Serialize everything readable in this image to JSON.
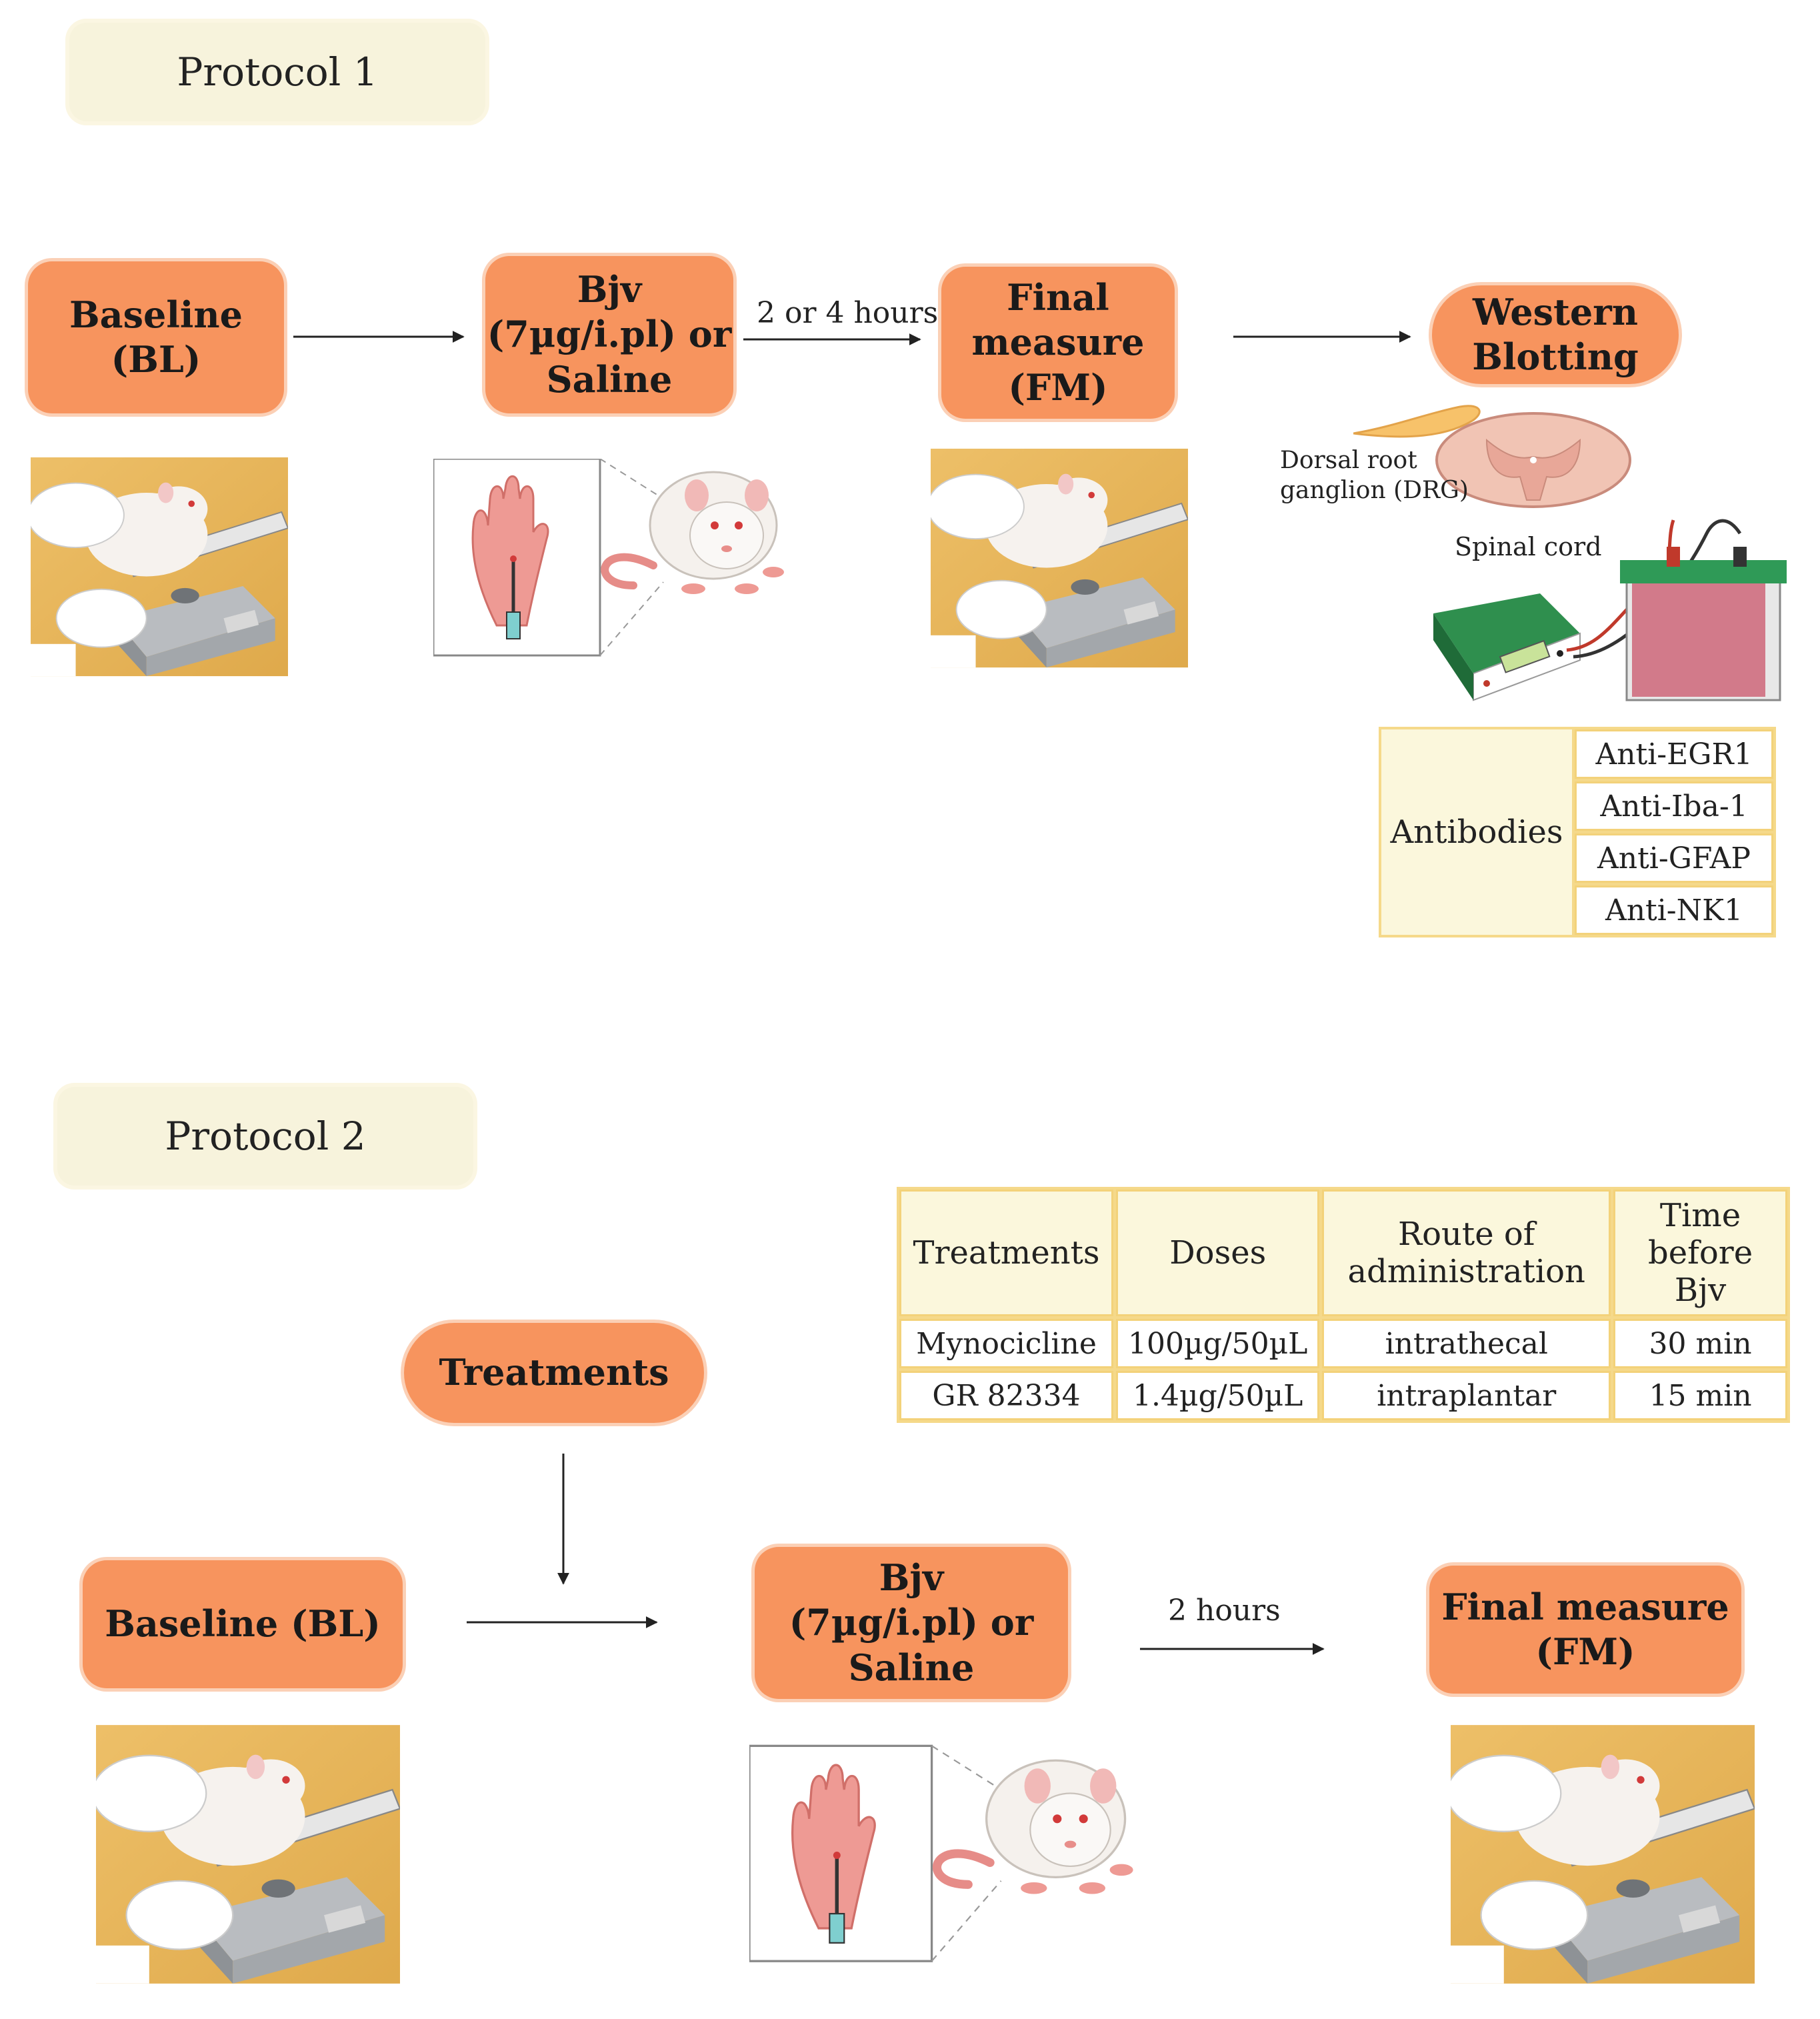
{
  "protocol1": {
    "title": "Protocol 1",
    "steps": {
      "baseline": "Baseline (BL)",
      "bjv": "Bjv\n(7µg/i.pl) or\nSaline",
      "final": "Final\nmeasure\n(FM)",
      "western": "Western\nBlotting"
    },
    "interval_label": "2 or 4 hours",
    "tissue_labels": {
      "drg": "Dorsal root\nganglion (DRG)",
      "spinal": "Spinal cord"
    },
    "antibodies": {
      "header": "Antibodies",
      "items": [
        "Anti-EGR1",
        "Anti-Iba-1",
        "Anti-GFAP",
        "Anti-NK1"
      ]
    }
  },
  "protocol2": {
    "title": "Protocol 2",
    "steps": {
      "treatments": "Treatments",
      "baseline": "Baseline (BL)",
      "bjv": "Bjv\n(7µg/i.pl) or\nSaline",
      "final": "Final measure\n(FM)"
    },
    "interval_label": "2 hours",
    "table": {
      "headers": [
        "Treatments",
        "Doses",
        "Route of administration",
        "Time before Bjv"
      ],
      "rows": [
        [
          "Mynocicline",
          "100µg/50µL",
          "intrathecal",
          "30 min"
        ],
        [
          "GR 82334",
          "1.4µg/50µL",
          "intraplantar",
          "15 min"
        ]
      ]
    }
  },
  "colors": {
    "step_fill": "#f7945e",
    "label_fill": "#f7f3dc",
    "table_border": "#f3d27a"
  }
}
